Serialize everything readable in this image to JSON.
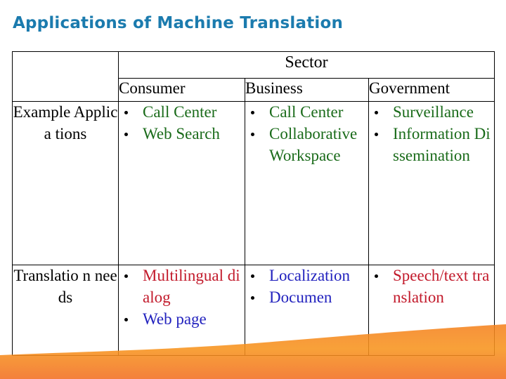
{
  "slide": {
    "title": "Applications of Machine Translation",
    "title_color": "#1B7BAE",
    "background": "#ffffff",
    "accent_color": "#F7921E"
  },
  "table": {
    "corner_label": "",
    "group_header": "Sector",
    "column_headers": [
      "Consumer",
      "Business",
      "Government"
    ],
    "rows": [
      {
        "label": "Example Applica tions",
        "cells": [
          {
            "column": "Consumer",
            "color": "#1A6B1A",
            "items": [
              "Call Center",
              "Web Search"
            ]
          },
          {
            "column": "Business",
            "color": "#1A6B1A",
            "items": [
              "Call Center",
              "Collaborative Workspace"
            ]
          },
          {
            "column": "Government",
            "color": "#1A6B1A",
            "items": [
              "Surveillance",
              "Information Dissemination"
            ]
          }
        ]
      },
      {
        "label": "Translatio n needs",
        "cells": [
          {
            "column": "Consumer",
            "items": [
              {
                "text": "Multilingual dialog",
                "color": "#C21A2B"
              },
              {
                "text": "Web page",
                "color": "#2222BE"
              }
            ]
          },
          {
            "column": "Business",
            "items": [
              {
                "text": "Localization",
                "color": "#2222BE"
              },
              {
                "text": "Documen",
                "color": "#2222BE"
              }
            ]
          },
          {
            "column": "Government",
            "items": [
              {
                "text": "Speech/text translation",
                "color": "#C21A2B"
              }
            ]
          }
        ]
      }
    ]
  }
}
